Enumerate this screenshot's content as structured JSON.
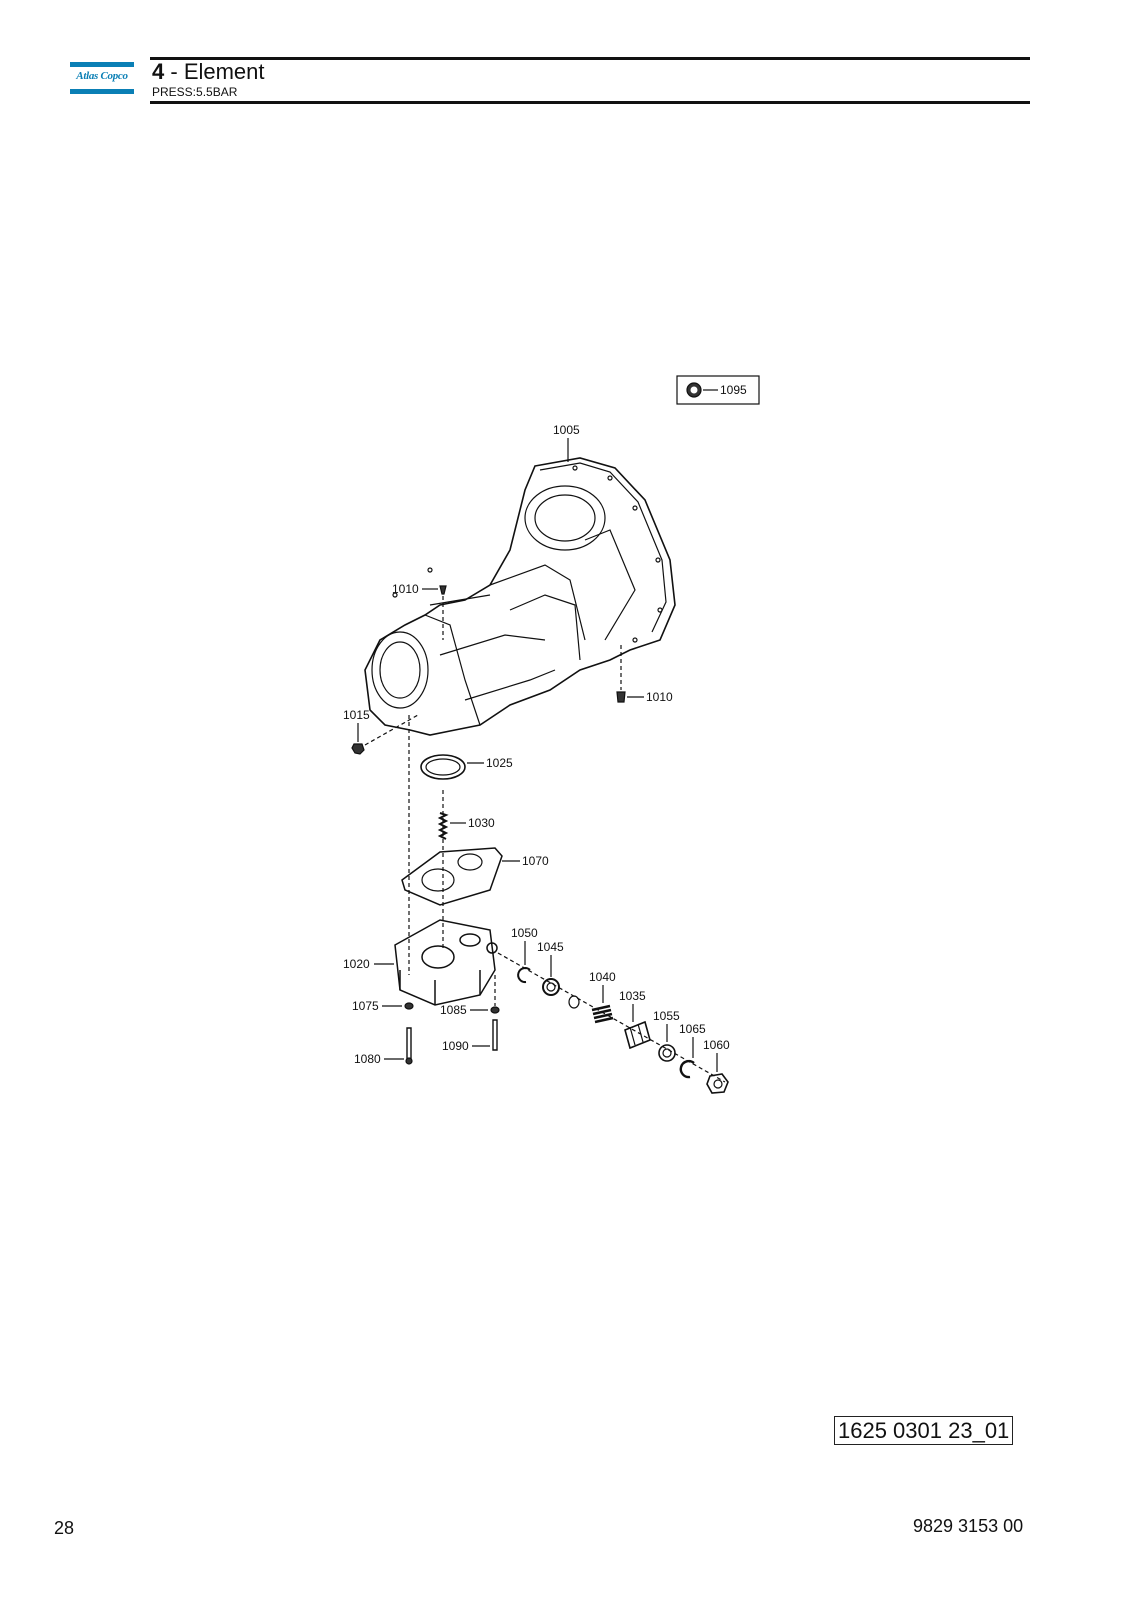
{
  "header": {
    "logo_text": "Atlas Copco",
    "section_number": "4",
    "section_separator": " - ",
    "section_title": "Element",
    "subtitle": "PRESS:5.5BAR"
  },
  "diagram": {
    "callouts": [
      "1095",
      "1005",
      "1010",
      "1010",
      "1015",
      "1025",
      "1030",
      "1070",
      "1020",
      "1050",
      "1045",
      "1040",
      "1035",
      "1055",
      "1065",
      "1060",
      "1075",
      "1085",
      "1090",
      "1080"
    ]
  },
  "figure_id": "1625 0301 23_01",
  "footer": {
    "page_number": "28",
    "document_number": "9829 3153 00"
  },
  "colors": {
    "brand_blue": "#0a7fb5",
    "line": "#111111"
  }
}
